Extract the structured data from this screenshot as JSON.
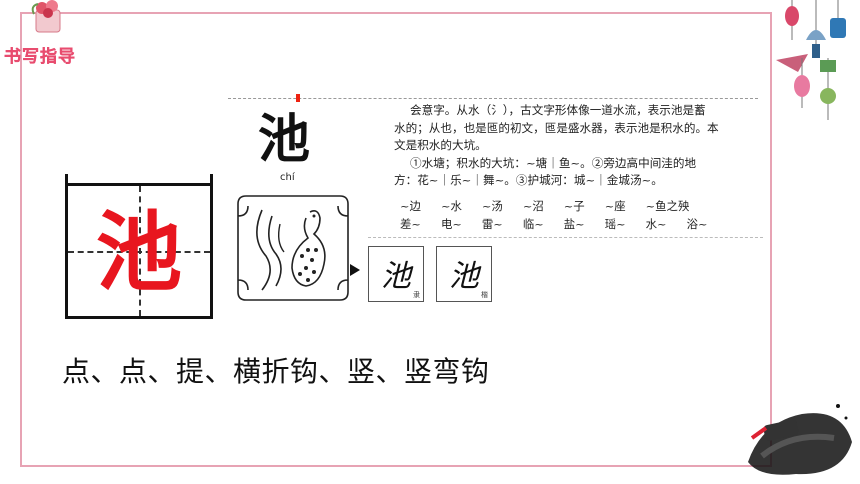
{
  "header": {
    "label": "书写指导"
  },
  "practice": {
    "character": "池"
  },
  "dictionary": {
    "headword": "池",
    "pinyin": "chí",
    "definition_lines": [
      "会意字。从水（氵），古文字形体像一道水流，表示池是蓄",
      "水的；从也，也是匜的初文，匜是盛水器，表示池是积水的。本",
      "文是积水的大坑。"
    ],
    "sense_lines": [
      "①水塘；积水的大坑：~塘｜鱼~。②旁边高中间洼的地",
      "方：花~｜乐~｜舞~。③护城河：城~｜金城汤~。"
    ],
    "word_rows": [
      [
        "~边",
        "~水",
        "~汤",
        "~沼",
        "~子",
        "~座",
        "~鱼之殃"
      ],
      [
        "差~",
        "电~",
        "雷~",
        "临~",
        "盐~",
        "瑶~",
        "水~",
        "浴~"
      ]
    ],
    "script_forms": [
      {
        "glyph": "池",
        "tag": "隶"
      },
      {
        "glyph": "池",
        "tag": "楷"
      }
    ]
  },
  "strokes": {
    "text": "点、点、提、横折钩、竖、竖弯钩"
  },
  "colors": {
    "accent": "#e84c6f",
    "frame": "#e7a3b4",
    "practice_char": "#e8161f"
  }
}
